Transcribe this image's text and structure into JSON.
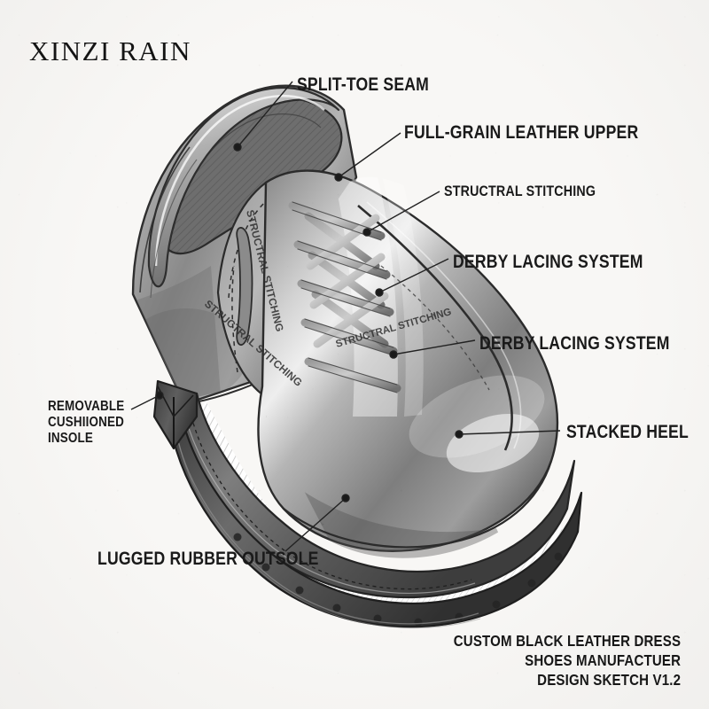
{
  "brand": {
    "name": "XINZI RAIN"
  },
  "colors": {
    "background": "#f8f7f5",
    "ink": "#1a1a1a",
    "leader": "#222222",
    "leather_dark": "#4a4a4a",
    "leather_mid": "#8e8e8e",
    "leather_light": "#c9c9c9",
    "sole_dark": "#3f3f3f",
    "highlight": "#ededed"
  },
  "callouts": [
    {
      "id": "split-toe",
      "text": "SPLIT-TOE SEAM"
    },
    {
      "id": "upper",
      "text": "FULL-GRAIN LEATHER UPPER"
    },
    {
      "id": "stitching",
      "text": "STRUCTRAL STITCHING"
    },
    {
      "id": "derby-1",
      "text": "DERBY LACING SYSTEM"
    },
    {
      "id": "derby-2",
      "text": "DERBY LACING SYSTEM"
    },
    {
      "id": "stacked-heel",
      "text": "STACKED HEEL"
    },
    {
      "id": "outsole",
      "text": "LUGGED RUBBER OUTSOLE"
    }
  ],
  "insole_callout": {
    "line1": "REMOVABLE",
    "line2": "CUSHIIONED",
    "line3": "INSOLE"
  },
  "sketch_annotations": [
    {
      "id": "stitch-quarter",
      "text": "STRUCTRAL STITCHING"
    },
    {
      "id": "stitch-vamp",
      "text": "STRUCTRAL STITCHING"
    },
    {
      "id": "stitch-throat",
      "text": "STRUCTRAL STITCHING"
    }
  ],
  "caption": {
    "line1": "CUSTOM BLACK LEATHER DRESS",
    "line2": "SHOES MANUFACTUER",
    "line3": "DESIGN SKETCH V1.2"
  }
}
